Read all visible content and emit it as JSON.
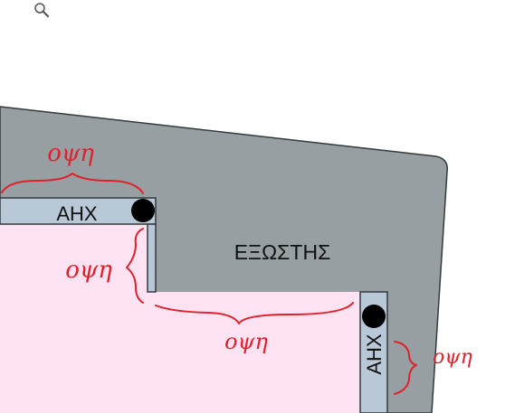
{
  "plan": {
    "balcony_label": "ΕΞΩΣΤΗΣ",
    "strip_top_label": "ΑΗΧ",
    "strip_right_label": "ΑΗΧ",
    "colors": {
      "balcony": "#979fa3",
      "interior": "#ffe3f3",
      "strip": "#b9c8d6",
      "outline": "#333a3e",
      "annotation": "#e0202a"
    }
  },
  "annotations": {
    "top": "οψη",
    "left": "οψη",
    "bottom": "οψη",
    "right": "οψη"
  },
  "toolbar": {
    "zoom_icon": "magnifier-icon"
  }
}
